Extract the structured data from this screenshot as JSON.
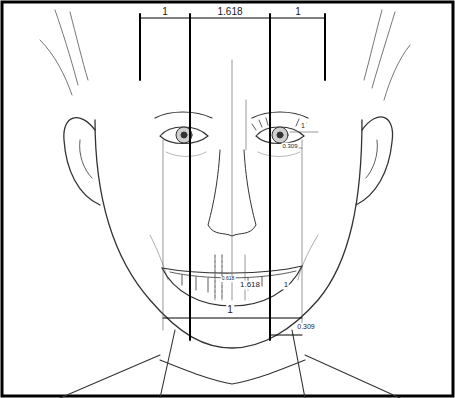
{
  "diagram": {
    "labels": [
      "1",
      "1.618",
      "1",
      "1",
      "0.309",
      "0.618",
      "1.618",
      "1",
      "1",
      "0.309"
    ]
  }
}
